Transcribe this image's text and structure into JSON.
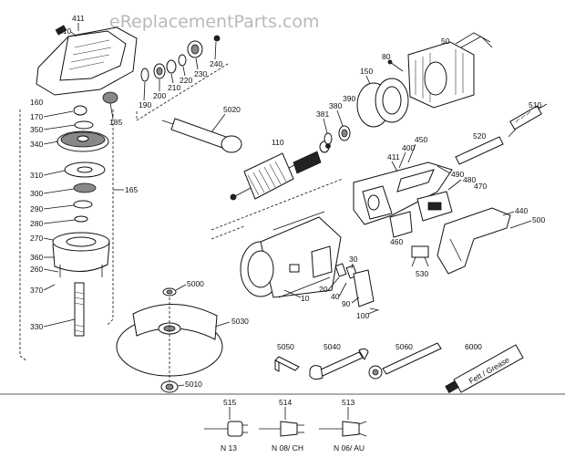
{
  "watermark": "eReplacementParts.com",
  "labels": {
    "p411": "411",
    "p410": "410",
    "p160": "160",
    "p170": "170",
    "p350": "350",
    "p340": "340",
    "p310": "310",
    "p300": "300",
    "p290": "290",
    "p280": "280",
    "p270": "270",
    "p360": "360",
    "p260": "260",
    "p370": "370",
    "p330": "330",
    "p165": "165",
    "p185": "185",
    "p190": "190",
    "p200": "200",
    "p210": "210",
    "p220": "220",
    "p230": "230",
    "p240": "240",
    "p5020": "5020",
    "p5000": "5000",
    "p5030": "5030",
    "p5010": "5010",
    "p110": "110",
    "p381": "381",
    "p380": "380",
    "p390": "390",
    "p150": "150",
    "p80": "80",
    "p50": "50",
    "p510": "510",
    "p520": "520",
    "p450": "450",
    "p400": "400",
    "p411b": "411",
    "p490": "490",
    "p480": "480",
    "p470": "470",
    "p440": "440",
    "p500": "500",
    "p460": "460",
    "p530": "530",
    "p30": "30",
    "p20": "20",
    "p40": "40",
    "p90": "90",
    "p100": "100",
    "p10": "10",
    "p5050": "5050",
    "p5040": "5040",
    "p5060": "5060",
    "p6000": "6000",
    "p515": "515",
    "p514": "514",
    "p513": "513"
  },
  "plugs": {
    "n13": "N 13",
    "n08ch": "N 08/ CH",
    "n06au": "N 06/ AU"
  },
  "grease_tube_text": "Fett / Grease"
}
